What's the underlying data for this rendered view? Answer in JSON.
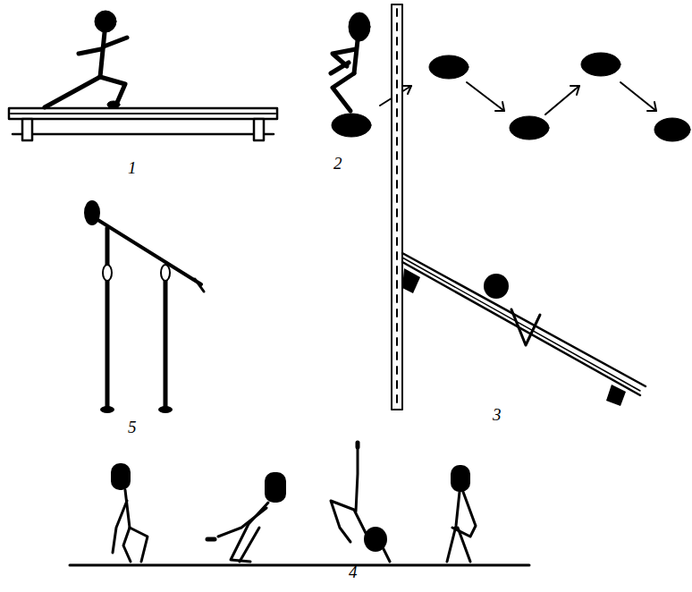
{
  "diagram": {
    "labels": [
      "1",
      "2",
      "5",
      "3",
      "4"
    ]
  }
}
